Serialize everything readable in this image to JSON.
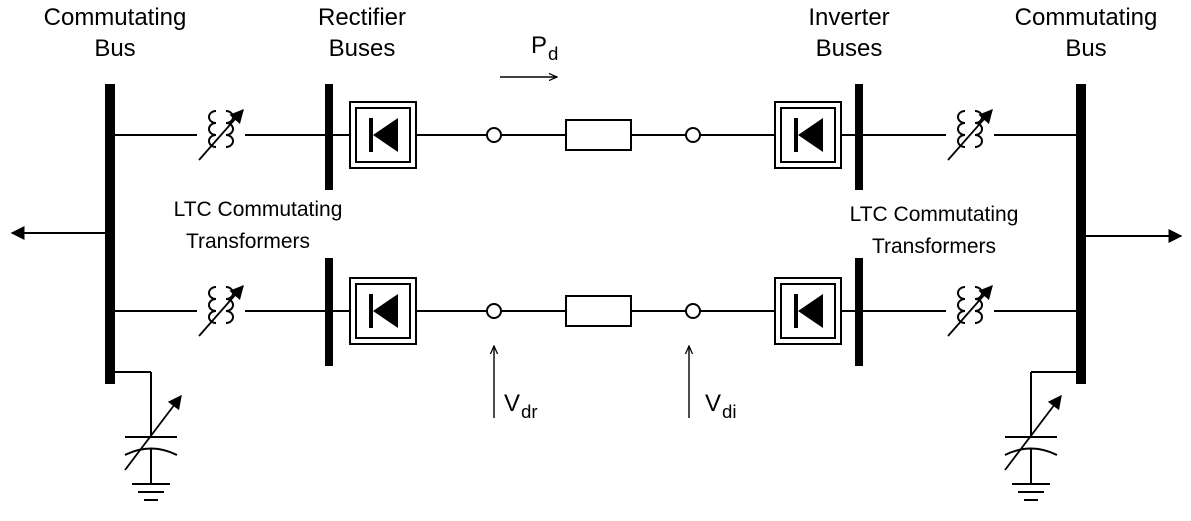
{
  "labels": {
    "commutating_bus_left": [
      "Commutating",
      "Bus"
    ],
    "rectifier_buses": [
      "Rectifier",
      "Buses"
    ],
    "inverter_buses": [
      "Inverter",
      "Buses"
    ],
    "commutating_bus_right": [
      "Commutating",
      "Bus"
    ],
    "ltc_left": [
      "LTC Commutating",
      "Transformers"
    ],
    "ltc_right": [
      "LTC Commutating",
      "Transformers"
    ],
    "power": {
      "main": "P",
      "sub": "d"
    },
    "v_rect": {
      "main": "V",
      "sub": "dr"
    },
    "v_inv": {
      "main": "V",
      "sub": "di"
    }
  },
  "colors": {
    "line": "#000000",
    "background": "#ffffff"
  },
  "icons": {
    "transformer": "ltc-transformer-icon",
    "converter": "thyristor-valve-icon",
    "capacitor": "variable-capacitor-icon",
    "ground": "ground-icon"
  }
}
